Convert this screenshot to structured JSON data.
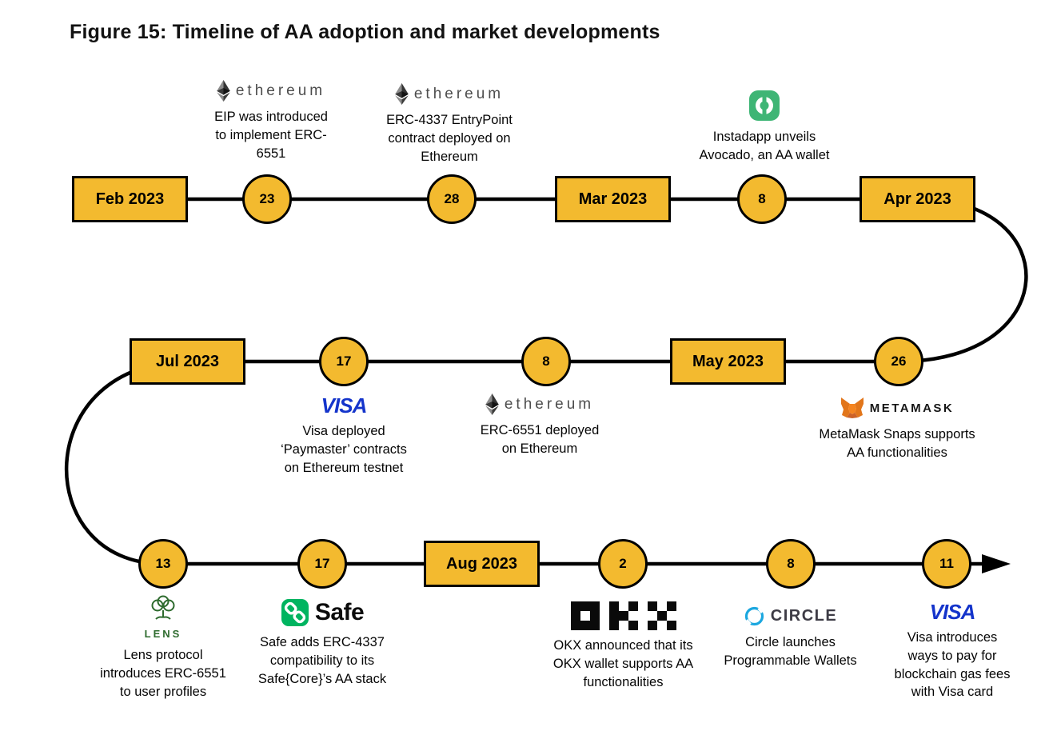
{
  "figure_title": "Figure 15: Timeline of AA adoption and market developments",
  "months": {
    "feb": "Feb 2023",
    "mar": "Mar 2023",
    "apr": "Apr 2023",
    "may": "May 2023",
    "jul": "Jul 2023",
    "aug": "Aug 2023"
  },
  "events": {
    "eip_introduced": {
      "day": "23",
      "brand": "ethereum",
      "caption": "EIP was introduced to implement ERC-6551"
    },
    "erc4337_entrypoint": {
      "day": "28",
      "brand": "ethereum",
      "caption": "ERC-4337 EntryPoint contract deployed on Ethereum"
    },
    "instadapp_avocado": {
      "day": "8",
      "brand": "Instadapp",
      "caption": "Instadapp unveils Avocado, an AA wallet"
    },
    "visa_paymaster": {
      "day": "17",
      "brand": "VISA",
      "caption": "Visa deployed ‘Paymaster’ contracts on Ethereum testnet"
    },
    "erc6551_deployed": {
      "day": "8",
      "brand": "ethereum",
      "caption": "ERC-6551 deployed on Ethereum"
    },
    "metamask_snaps": {
      "day": "26",
      "brand": "METAMASK",
      "caption": "MetaMask Snaps supports AA functionalities"
    },
    "lens_profiles": {
      "day": "13",
      "brand": "LENS",
      "caption": "Lens protocol introduces ERC-6551 to user profiles"
    },
    "safe_erc4337": {
      "day": "17",
      "brand": "Safe",
      "caption": "Safe adds ERC-4337 compatibility to its Safe{Core}’s AA stack"
    },
    "okx_wallet": {
      "day": "2",
      "brand": "OKX",
      "caption": "OKX announced that its OKX wallet supports AA functionalities"
    },
    "circle_wallets": {
      "day": "8",
      "brand": "CIRCLE",
      "caption": "Circle launches Programmable Wallets"
    },
    "visa_gas_fees": {
      "day": "11",
      "brand": "VISA",
      "caption": "Visa introduces ways to pay for blockchain gas fees with Visa card"
    }
  },
  "brands": {
    "ethereum": "ethereum",
    "visa": "VISA",
    "metamask": "METAMASK",
    "safe": "Safe",
    "lens": "LENS",
    "circle": "CIRCLE",
    "okx": "OKX"
  },
  "colors": {
    "node_fill": "#F3BA2F",
    "line": "#000000",
    "visa_blue": "#1434CB",
    "safe_green": "#00B460",
    "lens_green": "#2E6B2E",
    "instadapp_green": "#3EB575",
    "circle_teal": "#1BA7DF"
  }
}
